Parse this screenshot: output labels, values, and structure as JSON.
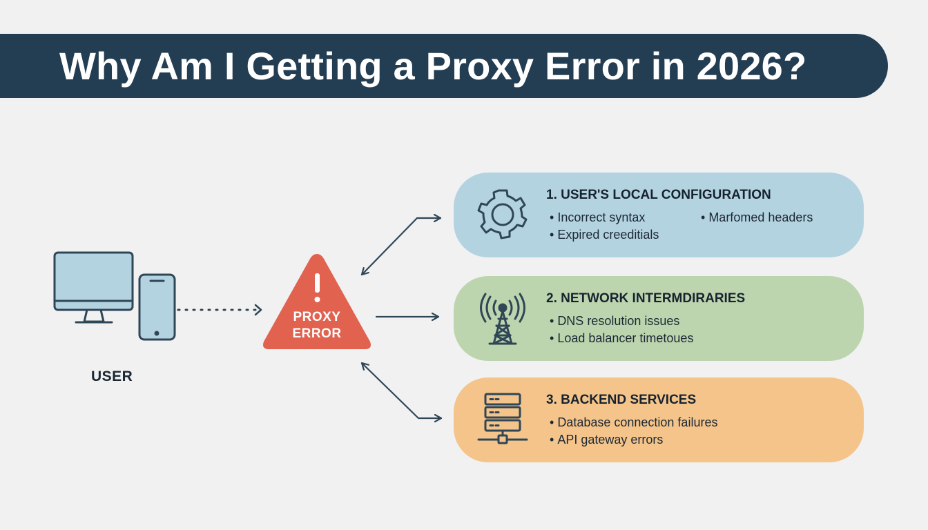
{
  "title": "Why Am I Getting a Proxy Error in 2026?",
  "user": {
    "label": "USER"
  },
  "proxy_error": {
    "line1": "PROXY",
    "line2": "ERROR",
    "color": "#e0624f"
  },
  "cards": [
    {
      "title": "1. USER'S LOCAL CONFIGURATION",
      "bullets": [
        "Incorrect syntax",
        "Marfomed headers",
        "Expired creeditials"
      ],
      "icon": "gear-icon",
      "color": "#b4d3e1"
    },
    {
      "title": "2. NETWORK INTERMDIRARIES",
      "bullets": [
        "DNS resolution issues",
        "Load balancer timetoues"
      ],
      "icon": "radio-tower-icon",
      "color": "#bcd5ae"
    },
    {
      "title": "3. BACKEND SERVICES",
      "bullets": [
        "Database connection failures",
        "API gateway errors"
      ],
      "icon": "server-icon",
      "color": "#f4c48b"
    }
  ],
  "colors": {
    "banner": "#233d52",
    "line": "#2f4656",
    "background": "#f1f1f1"
  }
}
